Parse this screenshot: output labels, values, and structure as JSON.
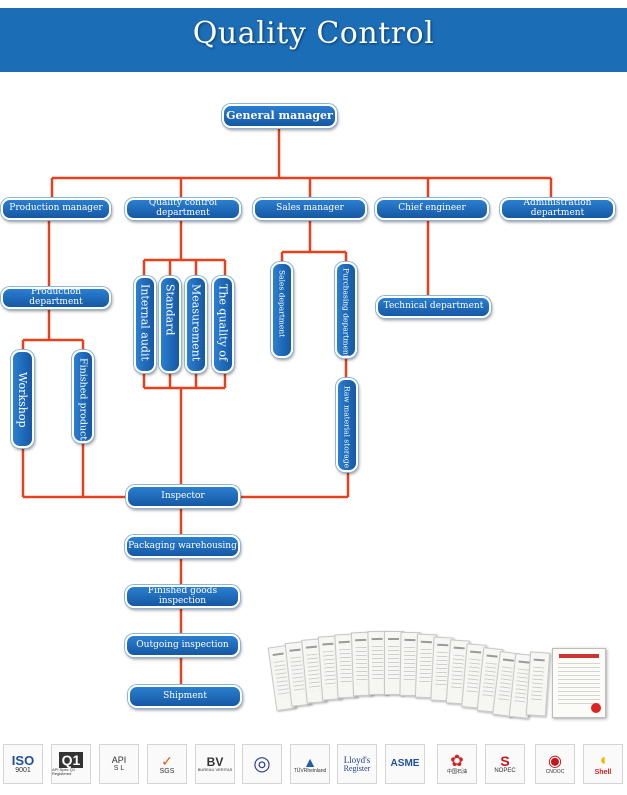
{
  "title": "Quality Control",
  "nodes": {
    "general_manager": "General manager",
    "production_manager": "Production manager",
    "quality_control_department": "Quality control department",
    "sales_manager": "Sales manager",
    "chief_engineer": "Chief engineer",
    "administration_department": "Administration department",
    "production_department": "Production department",
    "internal_audit": "Internal audit",
    "standard": "Standard",
    "measurement": "Measurement",
    "the_quality_of": "The quality of",
    "sales_department": "Sales department",
    "purchasing_department": "Purchasing department",
    "technical_department": "Technical department",
    "workshop": "Workshop",
    "finished_products": "Finished products",
    "raw_material_storage": "Raw material storage",
    "inspector": "Inspector",
    "packaging_warehousing": "Packaging warehousing",
    "finished_goods_inspection": "Finished goods inspection",
    "outgoing_inspection": "Outgoing inspection",
    "shipment": "Shipment"
  },
  "logos": [
    {
      "name": "iso-logo",
      "text": "ISO",
      "sub": "9001"
    },
    {
      "name": "api-q1-logo",
      "text": "Q1",
      "sub": "API Spec Q1 Registered"
    },
    {
      "name": "api-sl-logo",
      "text": "API",
      "sub": "S L"
    },
    {
      "name": "sgs-logo",
      "text": "✓",
      "sub": "SGS"
    },
    {
      "name": "bureau-veritas-logo",
      "text": "BV",
      "sub": "BUREAU VERITAS"
    },
    {
      "name": "seal-logo",
      "text": "◎",
      "sub": ""
    },
    {
      "name": "tuv-rheinland-logo",
      "text": "▲",
      "sub": "TÜVRheinland"
    },
    {
      "name": "lloyds-register-logo",
      "text": "Lloyd's",
      "sub": "Register"
    },
    {
      "name": "asme-logo",
      "text": "ASME",
      "sub": ""
    },
    {
      "name": "petrochina-logo",
      "text": "✿",
      "sub": "中国石油"
    },
    {
      "name": "sinopec-logo",
      "text": "S",
      "sub": "NOPEC"
    },
    {
      "name": "cnooc-logo",
      "text": "◉",
      "sub": "CNOOC"
    },
    {
      "name": "shell-logo",
      "text": "◖",
      "sub": "Shell"
    }
  ],
  "colors": {
    "banner": "#1b6db5",
    "node": "#1a64b4",
    "connector": "#e8401c"
  }
}
